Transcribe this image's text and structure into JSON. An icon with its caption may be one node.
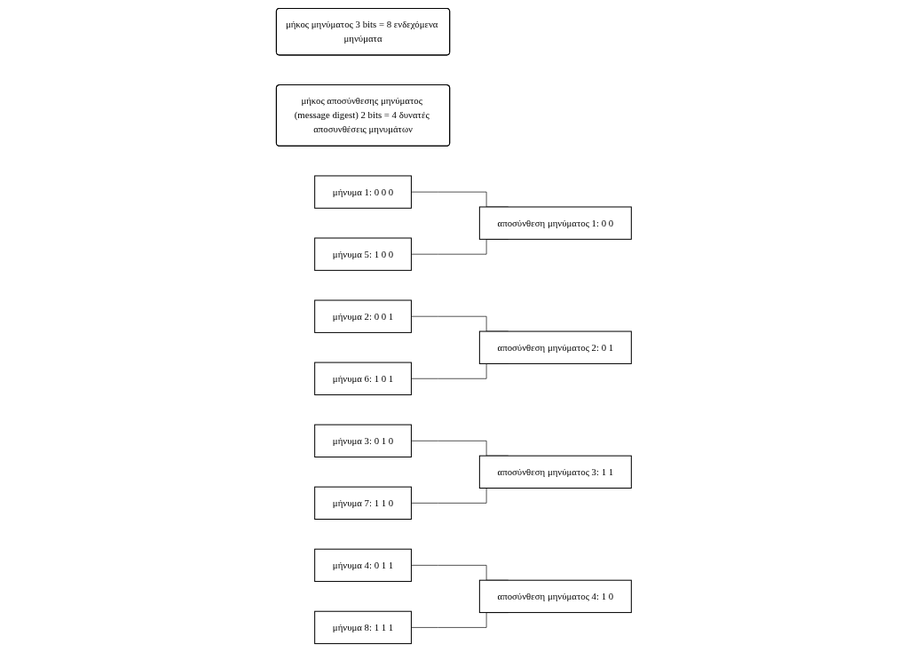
{
  "diagram": {
    "nodes": [
      {
        "text": [
          "μήκος μηνύματος 3 bits = 8 ενδεχόμενα μηνύματα"
        ]
      },
      {
        "text": [
          "μήκος αποσύνθεσης μηνύματος (message digest) 2 bits = 4 δυνατές αποσυνθέσεις μηνυμάτων"
        ]
      },
      {
        "text": [
          "μήνυμα 1: 0 0 0"
        ]
      },
      {
        "text": [
          "μήνυμα 2: 0 0 1"
        ]
      },
      {
        "text": [
          "μήνυμα 3: 0 1 0"
        ]
      },
      {
        "text": [
          "μήνυμα 4: 0 1 1"
        ]
      },
      {
        "text": [
          "μήνυμα 5: 1 0 0"
        ]
      },
      {
        "text": [
          "μήνυμα 6: 1 0 1"
        ]
      },
      {
        "text": [
          "μήνυμα 7: 1 1 0"
        ]
      },
      {
        "text": [
          "μήνυμα 8: 1 1 1"
        ]
      },
      {
        "text": [
          "αποσύνθεση μηνύματος 1: 0 0"
        ]
      },
      {
        "text": [
          "αποσύνθεση μηνύματος 2: 0 1"
        ]
      },
      {
        "text": [
          "αποσύνθεση μηνύματος 3: 1 1"
        ]
      },
      {
        "text": [
          "αποσύνθεση μηνύματος 4: 1 0"
        ]
      }
    ],
    "edges": [
      {
        "from": 2,
        "to": 10,
        "arrow": "none"
      },
      {
        "from": 3,
        "to": 11,
        "arrow": "none"
      },
      {
        "from": 4,
        "to": 12,
        "arrow": "none"
      },
      {
        "from": 5,
        "to": 13,
        "arrow": "none"
      },
      {
        "from": 6,
        "to": 10,
        "arrow": "none"
      },
      {
        "from": 7,
        "to": 11,
        "arrow": "none"
      },
      {
        "from": 8,
        "to": 12,
        "arrow": "none"
      },
      {
        "from": 9,
        "to": 13,
        "arrow": "none"
      }
    ]
  }
}
